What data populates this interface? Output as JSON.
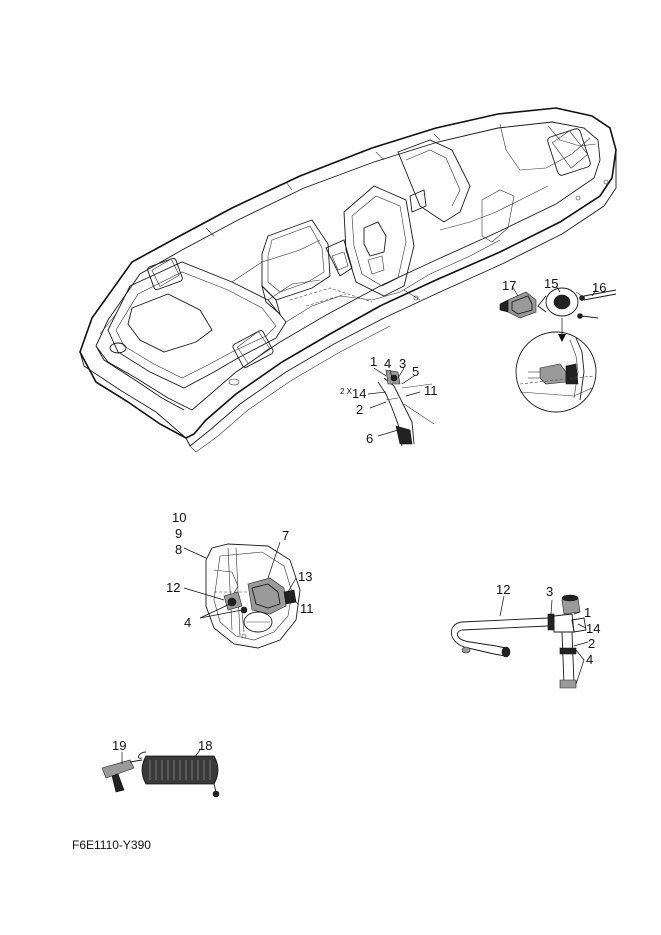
{
  "diagram": {
    "code": "F6E1110-Y390",
    "views": {
      "boat": {
        "callouts": {
          "c1": "1",
          "c4": "4",
          "c3": "3",
          "c5": "5",
          "c2x": "2 X",
          "c14": "14",
          "c11": "11",
          "c2": "2",
          "c6": "6"
        }
      },
      "plug": {
        "callouts": {
          "c17": "17",
          "c15": "15",
          "c16": "16"
        }
      },
      "pump": {
        "callouts": {
          "c10": "10",
          "c9": "9",
          "c8": "8",
          "c7": "7",
          "c12": "12",
          "c13": "13",
          "c4": "4",
          "c11": "11"
        }
      },
      "hose": {
        "callouts": {
          "c12": "12",
          "c3": "3",
          "c1": "1",
          "c14": "14",
          "c2": "2",
          "c4": "4"
        }
      },
      "coil": {
        "callouts": {
          "c19": "19",
          "c18": "18"
        }
      }
    }
  }
}
